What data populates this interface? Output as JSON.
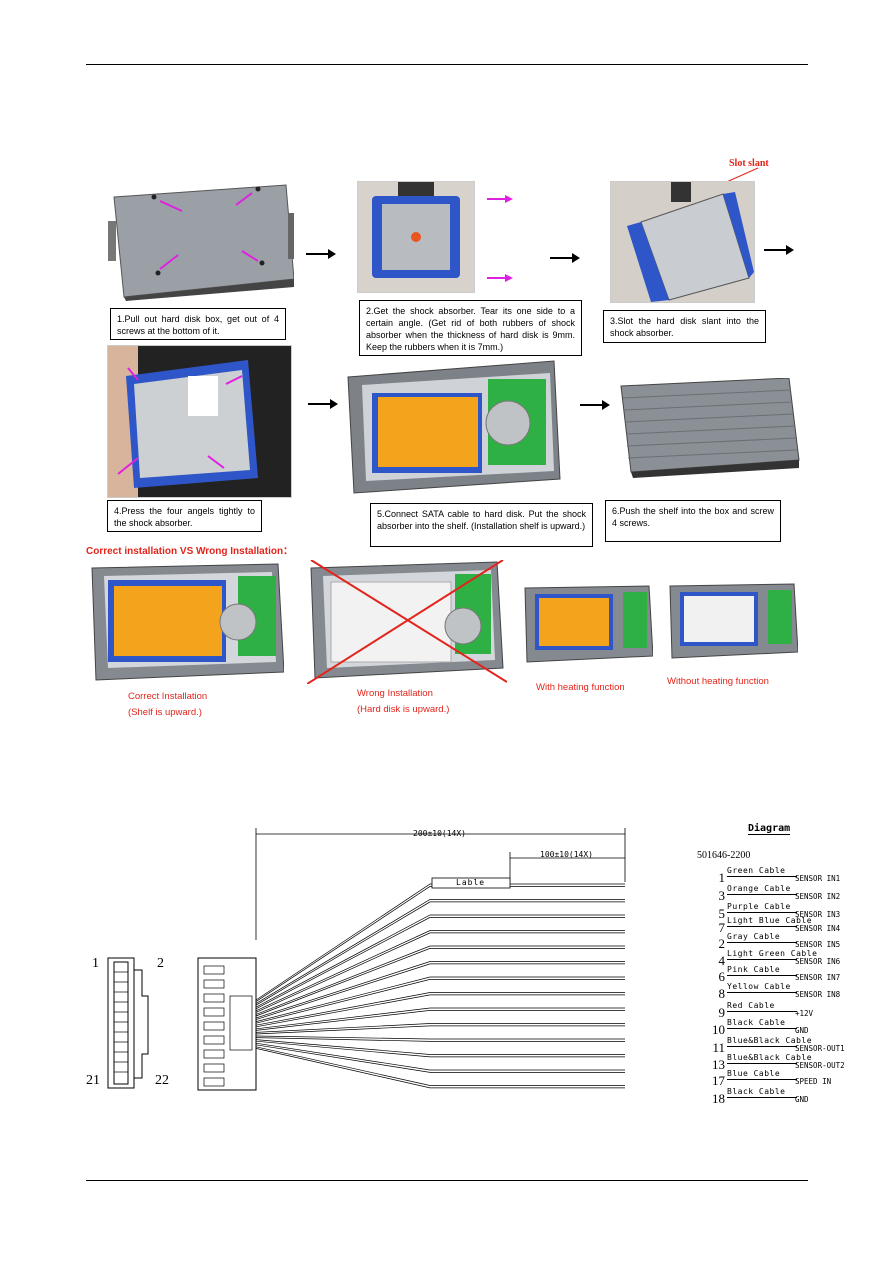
{
  "steps": {
    "s1": "1.Pull out hard disk box, get out of 4 screws at the bottom of it.",
    "s2": "2.Get the shock absorber. Tear its one side to a certain angle. (Get rid of both rubbers of shock absorber when the thickness of hard disk is 9mm. Keep the rubbers when it is 7mm.)",
    "s3": "3.Slot the hard disk slant into the shock absorber.",
    "s4": "4.Press the four angels tightly to the shock absorber.",
    "s5": "5.Connect SATA cable to hard disk. Put the shock absorber into the shelf. (Installation shelf is upward.)",
    "s6": "6.Push the shelf into the box and screw 4 screws."
  },
  "slot_slant": "Slot slant",
  "install": {
    "heading": "Correct installation VS Wrong Installation：",
    "correct": "Correct Installation",
    "correct_sub": "(Shelf is upward.)",
    "wrong": "Wrong Installation",
    "wrong_sub": "(Hard disk is upward.)",
    "heating": "With heating function",
    "no_heating": "Without heating function"
  },
  "diagram": {
    "title": "Diagram",
    "part": "501646-2200",
    "dim_total": "200±10(14X)",
    "dim_branch": "100±10(14X)",
    "lable": "Lable",
    "pin_tl": "1",
    "pin_tr": "2",
    "pin_bl": "21",
    "pin_br": "22",
    "legend": [
      {
        "num": "1",
        "cable": "Green Cable",
        "signal": "SENSOR IN1"
      },
      {
        "num": "3",
        "cable": "Orange Cable",
        "signal": "SENSOR IN2"
      },
      {
        "num": "5",
        "cable": "Purple Cable",
        "signal": "SENSOR IN3"
      },
      {
        "num": "7",
        "cable": "Light Blue Cable",
        "signal": "SENSOR IN4"
      },
      {
        "num": "2",
        "cable": "Gray Cable",
        "signal": "SENSOR IN5"
      },
      {
        "num": "4",
        "cable": "Light Green Cable",
        "signal": "SENSOR IN6"
      },
      {
        "num": "6",
        "cable": "Pink Cable",
        "signal": "SENSOR IN7"
      },
      {
        "num": "8",
        "cable": "Yellow Cable",
        "signal": "SENSOR IN8"
      },
      {
        "num": "9",
        "cable": "Red Cable",
        "signal": "+12V"
      },
      {
        "num": "10",
        "cable": "Black Cable",
        "signal": "GND"
      },
      {
        "num": "11",
        "cable": "Blue&Black Cable",
        "signal": "SENSOR-OUT1"
      },
      {
        "num": "13",
        "cable": "Blue&Black Cable",
        "signal": "SENSOR-OUT2"
      },
      {
        "num": "17",
        "cable": "Blue Cable",
        "signal": "SPEED IN"
      },
      {
        "num": "18",
        "cable": "Black Cable",
        "signal": "GND"
      }
    ]
  }
}
